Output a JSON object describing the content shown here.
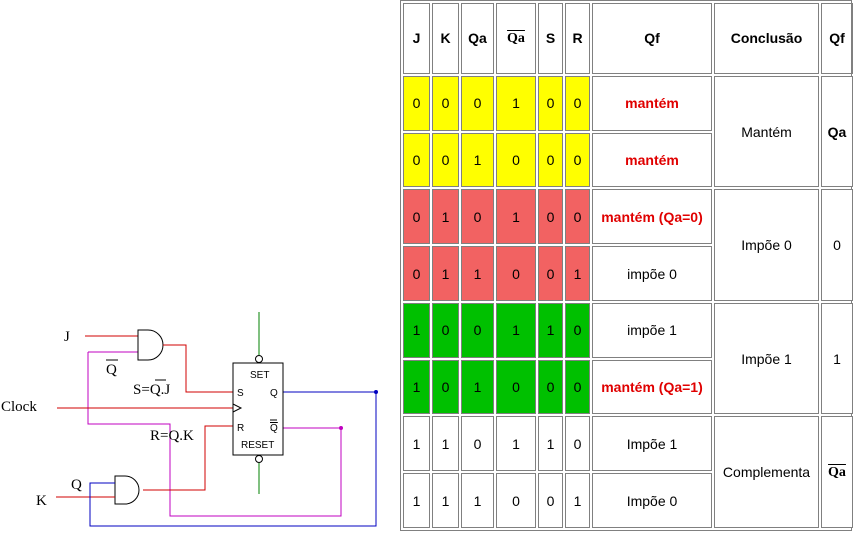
{
  "circuit": {
    "labels": {
      "j": "J",
      "qbar": "Q",
      "clock": "Clock",
      "s_eq_prefix": "S=",
      "s_eq_over": "Q",
      "s_eq_suffix": ".J",
      "r_eq": "R=Q.K",
      "q": "Q",
      "k": "K"
    },
    "flipflop": {
      "set": "SET",
      "reset": "RESET",
      "s": "S",
      "r": "R",
      "q": "Q",
      "qbar": "Q"
    }
  },
  "table": {
    "headers": [
      "J",
      "K",
      "Qa",
      "Qa",
      "S",
      "R",
      "Qf",
      "Conclusão",
      "Qf"
    ],
    "rows": [
      {
        "j": "0",
        "k": "0",
        "qa": "0",
        "qan": "1",
        "s": "0",
        "r": "0",
        "qf": "mantém"
      },
      {
        "j": "0",
        "k": "0",
        "qa": "1",
        "qan": "0",
        "s": "0",
        "r": "0",
        "qf": "mantém"
      },
      {
        "j": "0",
        "k": "1",
        "qa": "0",
        "qan": "1",
        "s": "0",
        "r": "0",
        "qf": "mantém (Qa=0)"
      },
      {
        "j": "0",
        "k": "1",
        "qa": "1",
        "qan": "0",
        "s": "0",
        "r": "1",
        "qf": "impõe 0"
      },
      {
        "j": "1",
        "k": "0",
        "qa": "0",
        "qan": "1",
        "s": "1",
        "r": "0",
        "qf": "impõe 1"
      },
      {
        "j": "1",
        "k": "0",
        "qa": "1",
        "qan": "0",
        "s": "0",
        "r": "0",
        "qf": "mantém (Qa=1)"
      },
      {
        "j": "1",
        "k": "1",
        "qa": "0",
        "qan": "1",
        "s": "1",
        "r": "0",
        "qf": "Impõe 1"
      },
      {
        "j": "1",
        "k": "1",
        "qa": "1",
        "qan": "0",
        "s": "0",
        "r": "1",
        "qf": "Impõe 0"
      }
    ],
    "conclusions": [
      {
        "text": "Mantém",
        "qf": "Qa"
      },
      {
        "text": "Impõe 0",
        "qf": "0"
      },
      {
        "text": "Impõe 1",
        "qf": "1"
      },
      {
        "text": "Complementa",
        "qf": "Qa"
      }
    ]
  },
  "colors": {
    "yellow": "#ffff00",
    "red_row": "#f26262",
    "green_row": "#00c000",
    "red_text": "#e00000",
    "wire_red": "#d00000",
    "wire_magenta": "#c000c0",
    "wire_blue": "#0000c0",
    "wire_green": "#008000"
  }
}
